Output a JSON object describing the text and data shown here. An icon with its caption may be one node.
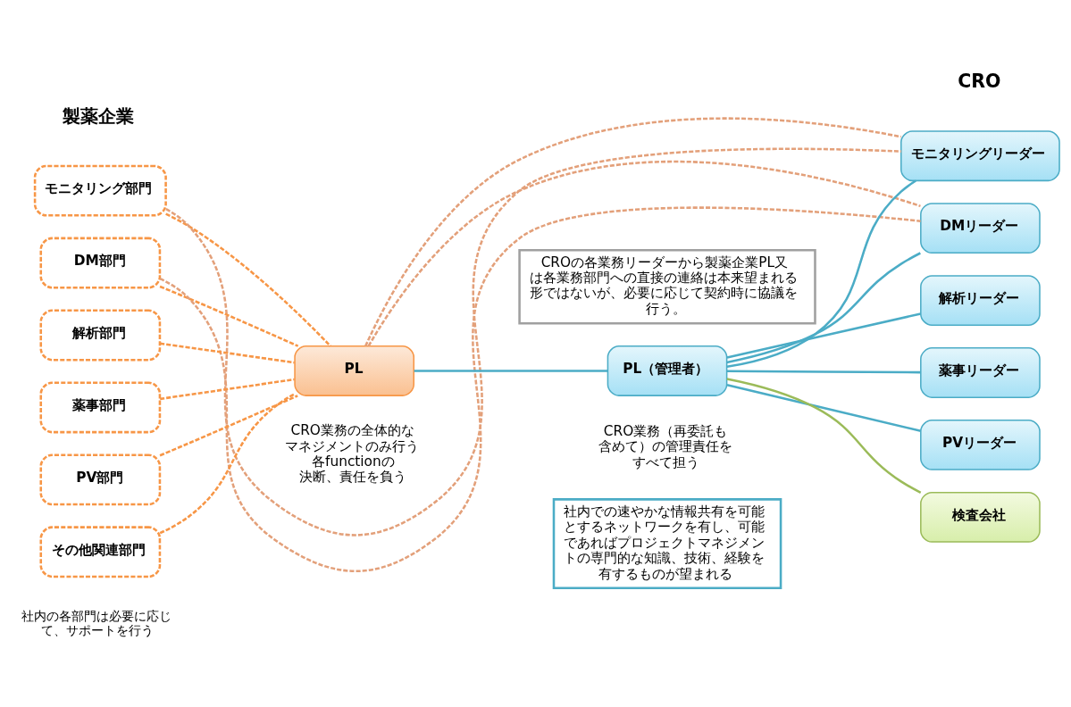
{
  "diagram": {
    "nodes": [
      {
        "text": [
          "モニタリング部門"
        ]
      },
      {
        "text": [
          "DM部門"
        ]
      },
      {
        "text": [
          "解析部門"
        ]
      },
      {
        "text": [
          "薬事部門"
        ]
      },
      {
        "text": [
          "PV部門"
        ]
      },
      {
        "text": [
          "その他関連部門"
        ]
      },
      {
        "text": [
          "PL"
        ],
        "beside": [
          "CRO業務の全体的なマネジメントのみ行う",
          "各functionの決断、責任を負う"
        ]
      },
      {
        "text": [
          "PL（管理者）"
        ],
        "beside": [
          "CRO業務（再委託も含めて）の管理責任をすべて担う"
        ]
      },
      {
        "text": [
          "モニタリングリーダー"
        ]
      },
      {
        "text": [
          "DMリーダー"
        ]
      },
      {
        "text": [
          "解析リーダー"
        ]
      },
      {
        "text": [
          "薬事リーダー"
        ]
      },
      {
        "text": [
          "PVリーダー"
        ]
      },
      {
        "text": [
          "検査会社"
        ]
      },
      {
        "text": [
          "CROの各業務リーダーから製薬企業PL又は各業務部門への直接の連絡は本来望まれる形ではないが、必要に応じて契約時に協議を行う。"
        ]
      },
      {
        "text": [
          "社内での速やかな情報共有を可能とするネットワークを有し、可能であればプロジェクトマネジメントの専門的な知識、技術、経験を有するものが望まれる"
        ]
      }
    ],
    "edges": [
      {
        "from": 0,
        "to": 6,
        "arrow": "none",
        "style": "dashed"
      },
      {
        "from": 1,
        "to": 6,
        "arrow": "none",
        "style": "dashed"
      },
      {
        "from": 2,
        "to": 6,
        "arrow": "none",
        "style": "dashed"
      },
      {
        "from": 3,
        "to": 6,
        "arrow": "none",
        "style": "dashed"
      },
      {
        "from": 4,
        "to": 6,
        "arrow": "none",
        "style": "dashed"
      },
      {
        "from": 5,
        "to": 6,
        "arrow": "none",
        "style": "dashed"
      },
      {
        "from": 0,
        "to": 8,
        "arrow": "none",
        "style": "dashed",
        "color": "#e3a07a"
      },
      {
        "from": 1,
        "to": 9,
        "arrow": "none",
        "style": "dashed",
        "color": "#e3a07a"
      },
      {
        "from": 6,
        "to": 8,
        "arrow": "none",
        "style": "dashed",
        "color": "#e3a07a"
      },
      {
        "from": 6,
        "to": 9,
        "arrow": "none",
        "style": "dashed",
        "color": "#e3a07a"
      },
      {
        "from": 6,
        "to": 7,
        "arrow": "none",
        "color": "#4bacc6"
      },
      {
        "from": 7,
        "to": 8,
        "arrow": "none",
        "color": "#4bacc6"
      },
      {
        "from": 7,
        "to": 9,
        "arrow": "none",
        "color": "#4bacc6"
      },
      {
        "from": 7,
        "to": 10,
        "arrow": "none",
        "color": "#4bacc6"
      },
      {
        "from": 7,
        "to": 11,
        "arrow": "none",
        "color": "#4bacc6"
      },
      {
        "from": 7,
        "to": 12,
        "arrow": "none",
        "color": "#4bacc6"
      },
      {
        "from": 7,
        "to": 13,
        "arrow": "none",
        "color": "#9bbb59"
      }
    ],
    "labels": [
      "製薬企業",
      "CRO",
      "社内の各部門は必要に応じて、サポートを行う"
    ]
  }
}
